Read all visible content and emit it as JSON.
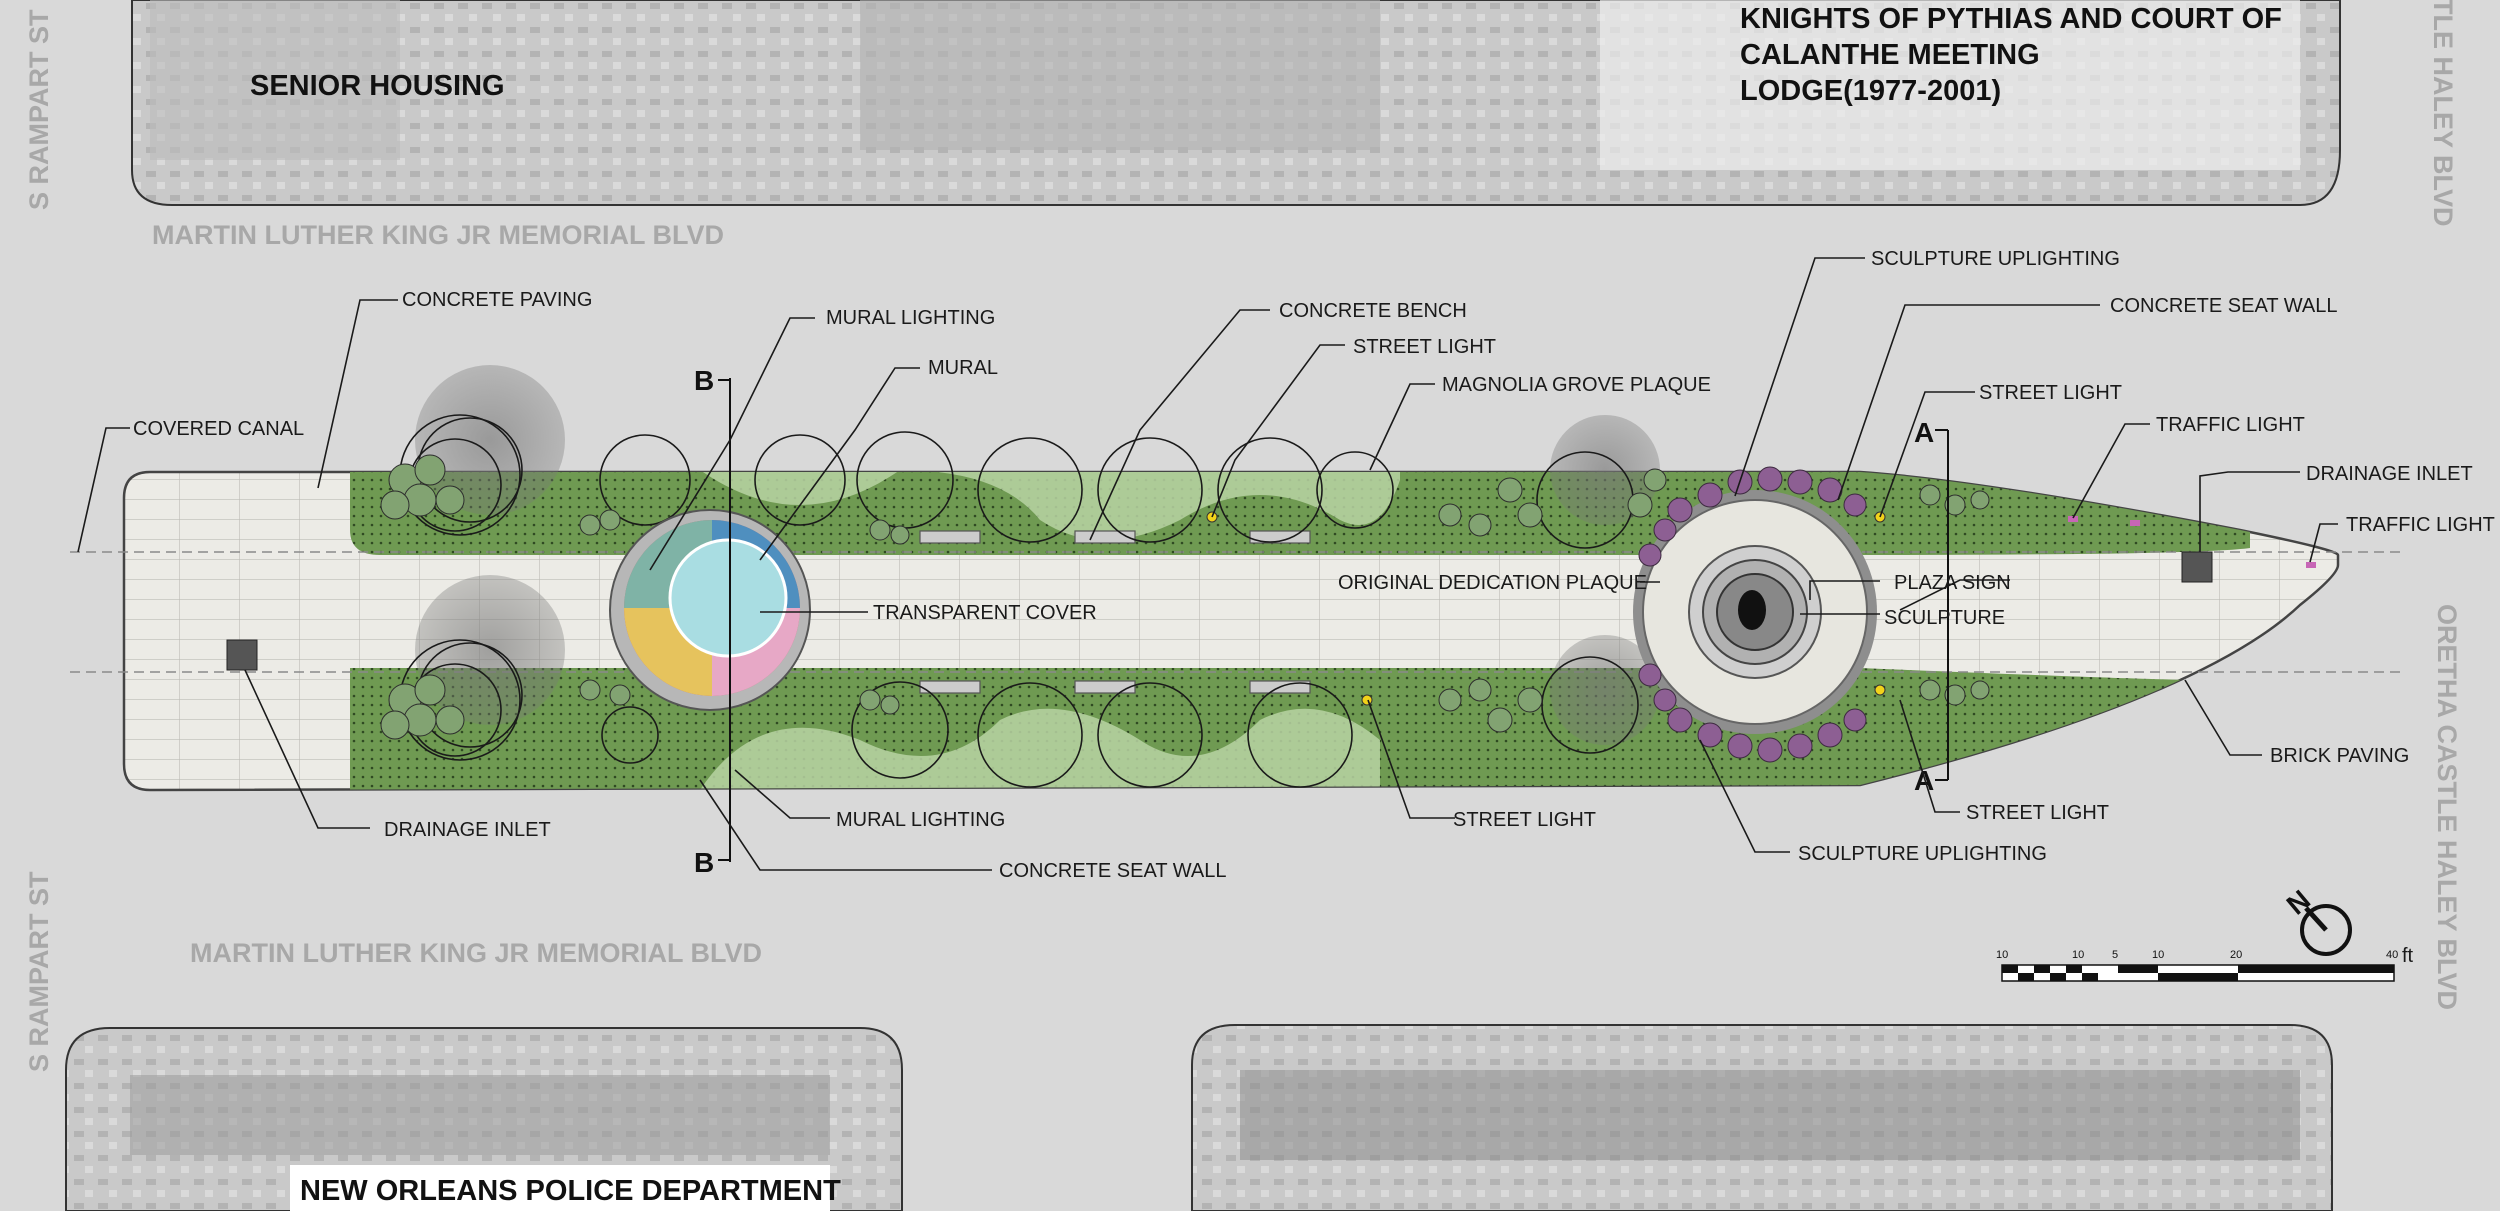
{
  "colors": {
    "background": "#d9d9d9",
    "paving": "#ecebe6",
    "planting": "#6f9a52",
    "lawn": "#b9d3a3",
    "shrub_purple": "#8d5f93",
    "street_text": "#a8a8a8",
    "mural_water": "#a9dde2"
  },
  "streets": {
    "s_rampart_top": "S RAMPART ST",
    "s_rampart_bottom": "S RAMPART ST",
    "mlk_top": "MARTIN LUTHER KING JR MEMORIAL BLVD",
    "mlk_bottom": "MARTIN LUTHER KING JR MEMORIAL BLVD",
    "haley_top": "STLE HALEY BLVD",
    "haley_right": "ORETHA CASTLE HALEY BLVD"
  },
  "buildings": {
    "senior_housing": "SENIOR HOUSING",
    "knights_line1": "KNIGHTS OF PYTHIAS AND COURT OF",
    "knights_line2": "CALANTHE MEETING",
    "knights_line3": "LODGE(1977-2001)",
    "nopd": "NEW ORLEANS POLICE DEPARTMENT"
  },
  "labels": {
    "concrete_paving": "CONCRETE PAVING",
    "covered_canal": "COVERED CANAL",
    "mural_lighting_top": "MURAL  LIGHTING",
    "mural": "MURAL",
    "concrete_bench": "CONCRETE BENCH",
    "street_light_top_mid": "STREET LIGHT",
    "magnolia_plaque": "MAGNOLIA GROVE PLAQUE",
    "sculpture_uplighting_top": "SCULPTURE UPLIGHTING",
    "concrete_seat_wall_top": "CONCRETE SEAT WALL",
    "street_light_top_right": "STREET LIGHT",
    "traffic_light_1": "TRAFFIC LIGHT",
    "drainage_inlet_right": "DRAINAGE INLET",
    "traffic_light_2": "TRAFFIC LIGHT",
    "transparent_cover": "TRANSPARENT COVER",
    "original_dedication_plaque": "ORIGINAL DEDICATION PLAQUE",
    "plaza_sign": "PLAZA SIGN",
    "sculpture": "SCULPTURE",
    "drainage_inlet_left": "DRAINAGE INLET",
    "mural_lighting_bottom": "MURAL  LIGHTING",
    "concrete_seat_wall_bottom": "CONCRETE SEAT WALL",
    "street_light_bottom_mid": "STREET LIGHT",
    "sculpture_uplighting_bottom": "SCULPTURE UPLIGHTING",
    "street_light_bottom_right": "STREET LIGHT",
    "brick_paving": "BRICK PAVING"
  },
  "sections": {
    "b_top": "B",
    "b_bottom": "B",
    "a_top": "A",
    "a_bottom": "A"
  },
  "north_arrow": {
    "letter": "N",
    "icon": "north-arrow-icon"
  },
  "scale_bar": {
    "unit": "ft",
    "ticks": [
      "10",
      "10",
      "5",
      "10",
      "20",
      "40"
    ]
  }
}
